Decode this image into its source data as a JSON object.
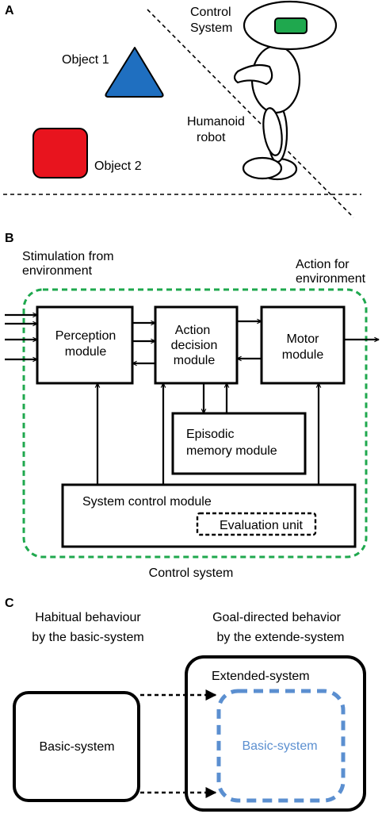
{
  "panels": {
    "a": {
      "letter": "A",
      "object1": "Object 1",
      "object2": "Object 2",
      "control_system_line1": "Control",
      "control_system_line2": "System",
      "robot_line1": "Humanoid",
      "robot_line2": "robot",
      "colors": {
        "object1": "#1f6fc0",
        "object2": "#e8141e",
        "robot_eye": "#1fa84e"
      }
    },
    "b": {
      "letter": "B",
      "stim_line1": "Stimulation from",
      "stim_line2": "environment",
      "action_line1": "Action for",
      "action_line2": "environment",
      "perception_line1": "Perception",
      "perception_line2": "module",
      "action_decision_line1": "Action",
      "action_decision_line2": "decision",
      "action_decision_line3": "module",
      "motor_line1": "Motor",
      "motor_line2": "module",
      "episodic_line1": "Episodic",
      "episodic_line2": "memory module",
      "system_control": "System control module",
      "evaluation_unit": "Evaluation unit",
      "caption": "Control system",
      "colors": {
        "boundary": "#1fa84e"
      }
    },
    "c": {
      "letter": "C",
      "habitual_line1": "Habitual behaviour",
      "habitual_line2": "by the basic-system",
      "goal_line1": "Goal-directed behavior",
      "goal_line2": "by the extende-system",
      "extended_system": "Extended-system",
      "basic_left": "Basic-system",
      "basic_inner": "Basic-system",
      "colors": {
        "inner": "#5b8fd0"
      }
    }
  }
}
